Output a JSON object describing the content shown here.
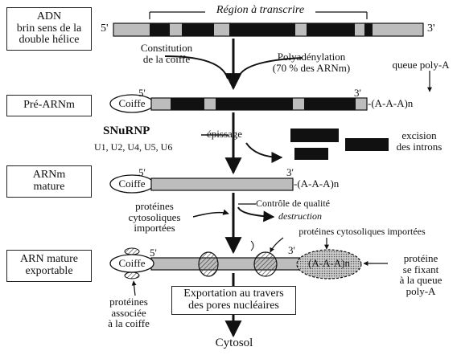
{
  "steps": {
    "adn": "ADN\nbrin sens de la\ndouble hélice",
    "pre_arnm": "Pré-ARNm",
    "arnm_mature": "ARNm\nmature",
    "arn_exportable": "ARN mature\nexportable"
  },
  "region_label": "Région à transcrire",
  "ends": {
    "five": "5'",
    "three": "3'"
  },
  "arrow_labels": {
    "coiffe_constitution": "Constitution\nde la coiffe",
    "polyadenylation": "Polyadénylation\n(70 % des ARNm)",
    "queue_poly_a": "queue poly-A",
    "epissage": "épissage",
    "excision": "excision\ndes introns",
    "controle": "Contrôle de qualité",
    "destruction": "destruction",
    "exportation": "Exportation au travers\ndes pores nucléaires",
    "cytosol": "Cytosol"
  },
  "snurnp": {
    "title": "SNuRNP",
    "list": "U1, U2, U4, U5, U6"
  },
  "tail": "-(A-A-A)n",
  "tail_in_oval": "(A-A-A)n",
  "cap": "Coiffe",
  "proteins": {
    "cytosoliques_left": "protéines\ncytosoliques\nimportées",
    "cytosoliques_top": "protéines cytosoliques importées",
    "poly_a_binding": "protéine\nse fixant\nà la queue\npoly-A",
    "coiffe_binding": "protéines\nassociée\nà la coiffe"
  }
}
